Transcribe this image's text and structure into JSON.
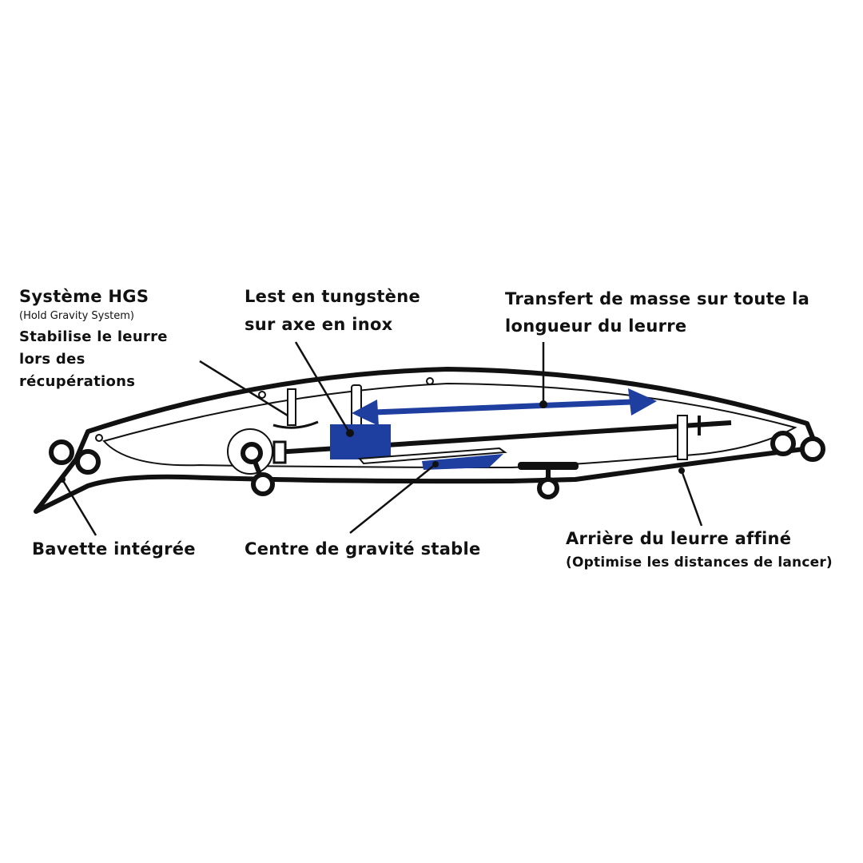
{
  "labels": {
    "hgs_title": "Système HGS",
    "hgs_sub": "(Hold Gravity System)",
    "hgs_line1": "Stabilise le leurre",
    "hgs_line2": "lors des",
    "hgs_line3": "récupérations",
    "lest_line1": "Lest en tungstène",
    "lest_line2": "sur axe en inox",
    "transfert_line1": "Transfert de masse sur toute la",
    "transfert_line2": "longueur du leurre",
    "bavette": "Bavette intégrée",
    "centre": "Centre de gravité stable",
    "arriere": "Arrière du leurre affiné",
    "arriere_sub": "(Optimise les distances de lancer)"
  },
  "colors": {
    "accent_blue": "#1e3fa0",
    "outline": "#111111",
    "background": "#ffffff"
  }
}
